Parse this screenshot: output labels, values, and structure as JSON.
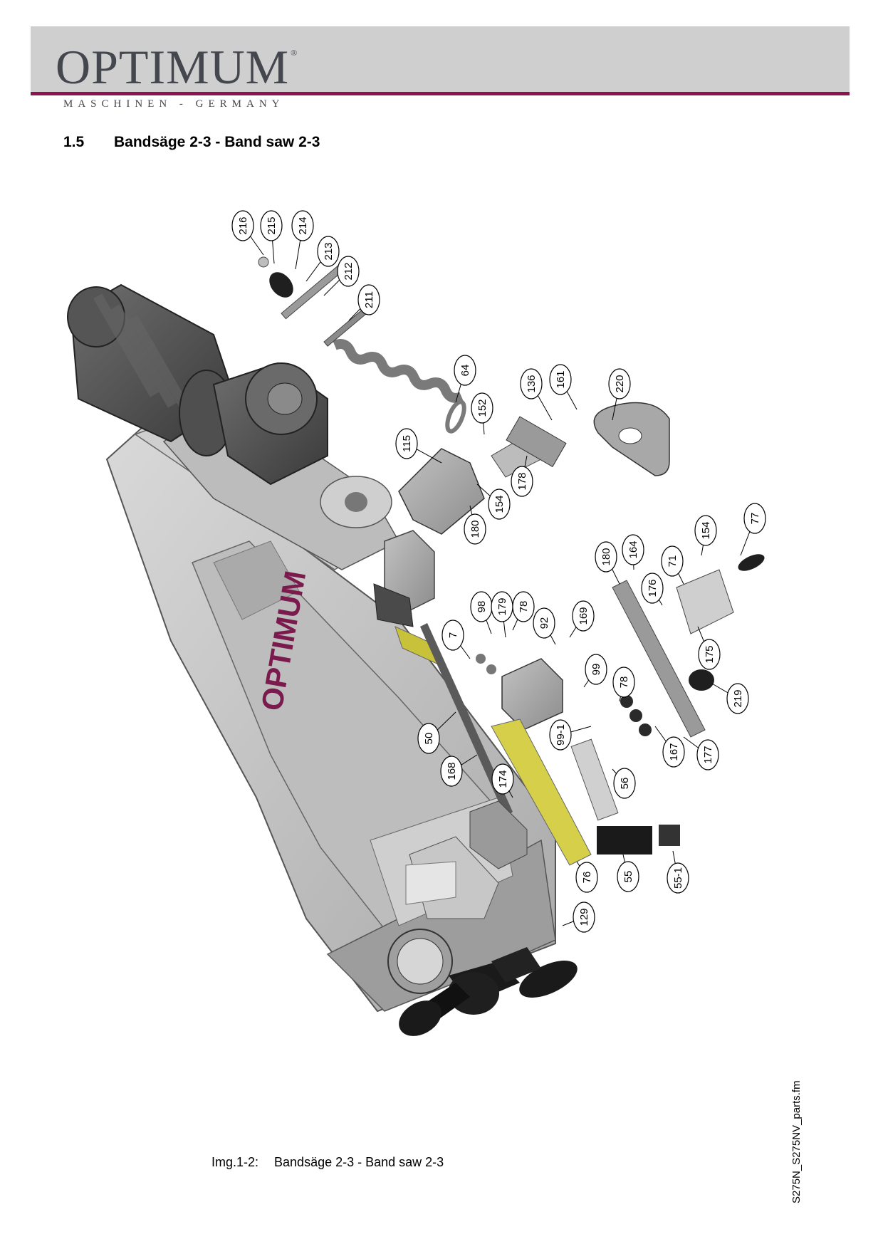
{
  "header": {
    "brand": "OPTIMUM",
    "registered": "®",
    "tagline": "MASCHINEN - GERMANY",
    "band_color": "#cfcfd0",
    "rule_color": "#8a1450"
  },
  "section": {
    "number": "1.5",
    "title": "Bandsäge 2-3 - Band saw 2-3"
  },
  "drawing": {
    "frame_brand": "OPTIMUM",
    "callouts": [
      "216",
      "215",
      "214",
      "213",
      "212",
      "211",
      "64",
      "136",
      "161",
      "220",
      "152",
      "115",
      "154",
      "178",
      "180",
      "7",
      "98",
      "179",
      "78",
      "92",
      "169",
      "164",
      "180",
      "154",
      "77",
      "71",
      "176",
      "175",
      "219",
      "50",
      "99",
      "78",
      "99-1",
      "167",
      "177",
      "168",
      "174",
      "56",
      "55",
      "55-1",
      "76",
      "129"
    ]
  },
  "caption": {
    "label": "Img.1-2:",
    "text": "Bandsäge 2-3 - Band saw 2-3"
  },
  "side_note": "S275N_S275NV_parts.fm"
}
